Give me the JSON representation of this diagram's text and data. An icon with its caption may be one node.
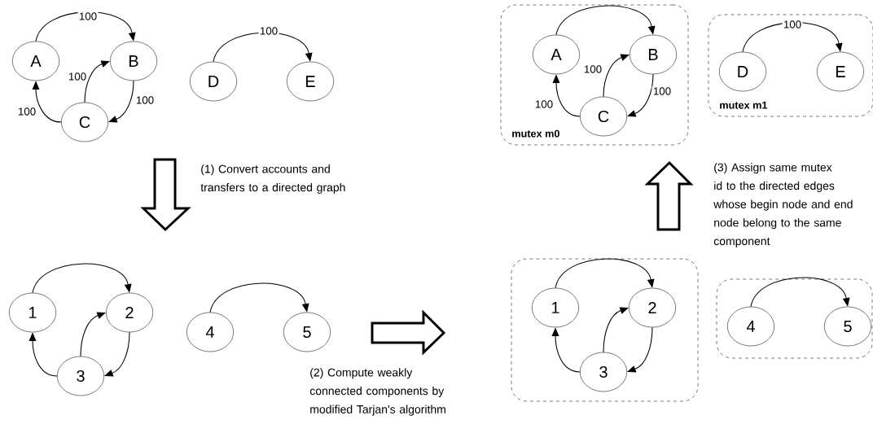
{
  "diagram": {
    "nodes": [
      {
        "text": [
          "A"
        ]
      },
      {
        "text": [
          "B"
        ]
      },
      {
        "text": [
          "C"
        ]
      },
      {
        "text": [
          "D"
        ]
      },
      {
        "text": [
          "E"
        ]
      },
      {
        "text": [
          "mutex m0"
        ]
      },
      {
        "text": [
          "A"
        ],
        "in": 5
      },
      {
        "text": [
          "B"
        ],
        "in": 5
      },
      {
        "text": [
          "C"
        ],
        "in": 5
      },
      {
        "text": [
          "mutex m1"
        ]
      },
      {
        "text": [
          "D"
        ],
        "in": 9
      },
      {
        "text": [
          "E"
        ],
        "in": 9
      },
      {
        "text": [
          "1"
        ]
      },
      {
        "text": [
          "2"
        ]
      },
      {
        "text": [
          "3"
        ]
      },
      {
        "text": [
          "4"
        ]
      },
      {
        "text": [
          "5"
        ]
      },
      {
        "text": [],
        "shape": "box"
      },
      {
        "text": [
          "1"
        ],
        "in": 17
      },
      {
        "text": [
          "2"
        ],
        "in": 17
      },
      {
        "text": [
          "3"
        ],
        "in": 17
      },
      {
        "text": [],
        "shape": "box"
      },
      {
        "text": [
          "4"
        ],
        "in": 21
      },
      {
        "text": [
          "5"
        ],
        "in": 21
      }
    ],
    "edges": [
      {
        "from": 0,
        "to": 1,
        "arrow": "to",
        "label": "100"
      },
      {
        "from": 2,
        "to": 1,
        "arrow": "to",
        "label": "100"
      },
      {
        "from": 1,
        "to": 2,
        "arrow": "to",
        "label": "100"
      },
      {
        "from": 2,
        "to": 0,
        "arrow": "to",
        "label": "100"
      },
      {
        "from": 3,
        "to": 4,
        "arrow": "to",
        "label": "100"
      },
      {
        "from": 6,
        "to": 7,
        "arrow": "to"
      },
      {
        "from": 8,
        "to": 7,
        "arrow": "to",
        "label": "100"
      },
      {
        "from": 7,
        "to": 8,
        "arrow": "to",
        "label": "100"
      },
      {
        "from": 8,
        "to": 6,
        "arrow": "to",
        "label": "100"
      },
      {
        "from": 10,
        "to": 11,
        "arrow": "to",
        "label": "100"
      },
      {
        "from": 12,
        "to": 13,
        "arrow": "to"
      },
      {
        "from": 14,
        "to": 13,
        "arrow": "to"
      },
      {
        "from": 13,
        "to": 14,
        "arrow": "to"
      },
      {
        "from": 14,
        "to": 12,
        "arrow": "to"
      },
      {
        "from": 15,
        "to": 16,
        "arrow": "to"
      },
      {
        "from": 18,
        "to": 19,
        "arrow": "to"
      },
      {
        "from": 20,
        "to": 19,
        "arrow": "to"
      },
      {
        "from": 19,
        "to": 20,
        "arrow": "to"
      },
      {
        "from": 20,
        "to": 18,
        "arrow": "to"
      },
      {
        "from": 22,
        "to": 23,
        "arrow": "to"
      }
    ],
    "labels": [
      "(3) Assign same mutex id to the directed edges whose begin node and end node belong to the same component",
      "(1) Convert accounts and transfers to a directed graph",
      "(2) Compute weakly connected components by modified Tarjan's algorithm"
    ]
  }
}
